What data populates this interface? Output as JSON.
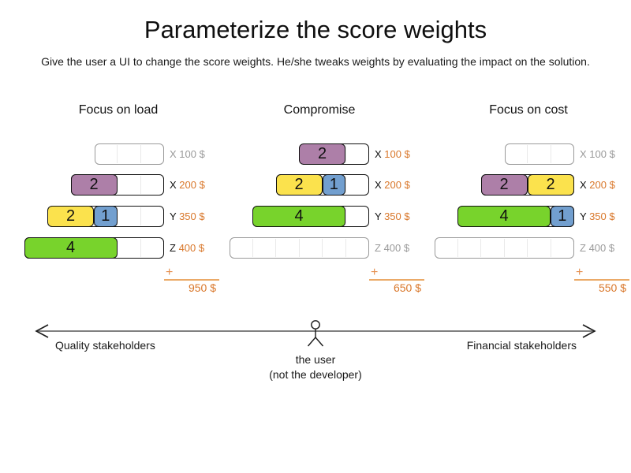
{
  "page": {
    "title": "Parameterize the score weights",
    "subtitle": "Give the user a UI to change the score weights. He/she tweaks weights by evaluating the impact on the solution."
  },
  "colors": {
    "purple": "#ad7fa8",
    "yellow": "#fbe24d",
    "blue": "#729fcf",
    "green": "#78d32c",
    "orange_text": "#d9772a",
    "orange_line": "#ebaa68",
    "gray_label": "#9a9a9a",
    "used_border": "#111111",
    "unused_border": "#9a9a9a",
    "arrow_shaft": "#808080"
  },
  "panels": [
    {
      "heading": "Focus on load",
      "plus": "+",
      "total": "950 $",
      "rows": [
        {
          "cells": 3,
          "used": false,
          "resource": "X",
          "cost": "100 $",
          "segments": []
        },
        {
          "cells": 4,
          "used": true,
          "resource": "X",
          "cost": "200 $",
          "segments": [
            {
              "value": "2",
              "cells": 2,
              "color": "purple"
            }
          ]
        },
        {
          "cells": 5,
          "used": true,
          "resource": "Y",
          "cost": "350 $",
          "segments": [
            {
              "value": "2",
              "cells": 2,
              "color": "yellow"
            },
            {
              "value": "1",
              "cells": 1,
              "color": "blue"
            }
          ]
        },
        {
          "cells": 6,
          "used": true,
          "resource": "Z",
          "cost": "400 $",
          "segments": [
            {
              "value": "4",
              "cells": 4,
              "color": "green"
            }
          ]
        }
      ]
    },
    {
      "heading": "Compromise",
      "plus": "+",
      "total": "650 $",
      "rows": [
        {
          "cells": 3,
          "used": true,
          "resource": "X",
          "cost": "100 $",
          "segments": [
            {
              "value": "2",
              "cells": 2,
              "color": "purple"
            }
          ]
        },
        {
          "cells": 4,
          "used": true,
          "resource": "X",
          "cost": "200 $",
          "segments": [
            {
              "value": "2",
              "cells": 2,
              "color": "yellow"
            },
            {
              "value": "1",
              "cells": 1,
              "color": "blue"
            }
          ]
        },
        {
          "cells": 5,
          "used": true,
          "resource": "Y",
          "cost": "350 $",
          "segments": [
            {
              "value": "4",
              "cells": 4,
              "color": "green"
            }
          ]
        },
        {
          "cells": 6,
          "used": false,
          "resource": "Z",
          "cost": "400 $",
          "segments": []
        }
      ]
    },
    {
      "heading": "Focus on cost",
      "plus": "+",
      "total": "550 $",
      "rows": [
        {
          "cells": 3,
          "used": false,
          "resource": "X",
          "cost": "100 $",
          "segments": []
        },
        {
          "cells": 4,
          "used": true,
          "resource": "X",
          "cost": "200 $",
          "segments": [
            {
              "value": "2",
              "cells": 2,
              "color": "purple"
            },
            {
              "value": "2",
              "cells": 2,
              "color": "yellow"
            }
          ]
        },
        {
          "cells": 5,
          "used": true,
          "resource": "Y",
          "cost": "350 $",
          "segments": [
            {
              "value": "4",
              "cells": 4,
              "color": "green"
            },
            {
              "value": "1",
              "cells": 1,
              "color": "blue"
            }
          ]
        },
        {
          "cells": 6,
          "used": false,
          "resource": "Z",
          "cost": "400 $",
          "segments": []
        }
      ]
    }
  ],
  "spectrum": {
    "left_label": "Quality stakeholders",
    "right_label": "Financial stakeholders",
    "center_label_line1": "the user",
    "center_label_line2": "(not the developer)"
  }
}
